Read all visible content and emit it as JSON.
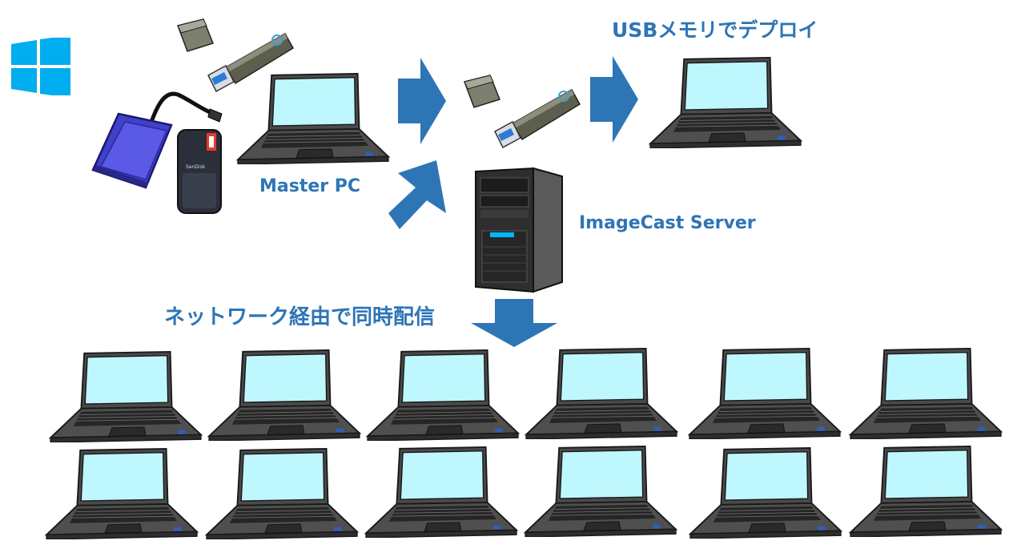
{
  "labels": {
    "usb_deploy": "USBメモリでデプロイ",
    "master_pc": "Master PC",
    "imagecast_server": "ImageCast Server",
    "network_multicast": "ネットワーク経由で同時配信"
  },
  "ssd_brand": "SanDisk",
  "colors": {
    "accent_blue": "#2e75b6",
    "windows_blue": "#00adef",
    "screen": "#bff7ff",
    "laptop_body": "#505050"
  },
  "icons": [
    "windows-logo-icon",
    "usb-flash-drive-icon",
    "external-hdd-icon",
    "portable-ssd-icon",
    "laptop-icon",
    "tower-server-icon",
    "arrow-icon"
  ]
}
